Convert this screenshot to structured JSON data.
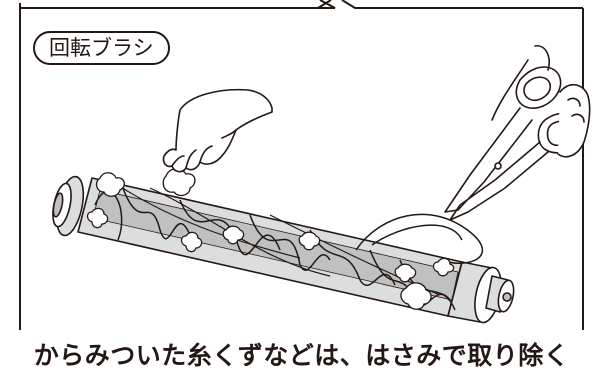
{
  "part_label": "回転ブラシ",
  "caption": "からみついた糸くずなどは、はさみで取り除く",
  "colors": {
    "line": "#231815",
    "brush_fill": "#dcdddd",
    "brush_dark": "#bfc0c0",
    "background": "#ffffff"
  },
  "icons": {
    "brush": "rotary-brush-illustration",
    "hand": "left-hand-illustration",
    "scissors": "scissors-illustration"
  }
}
